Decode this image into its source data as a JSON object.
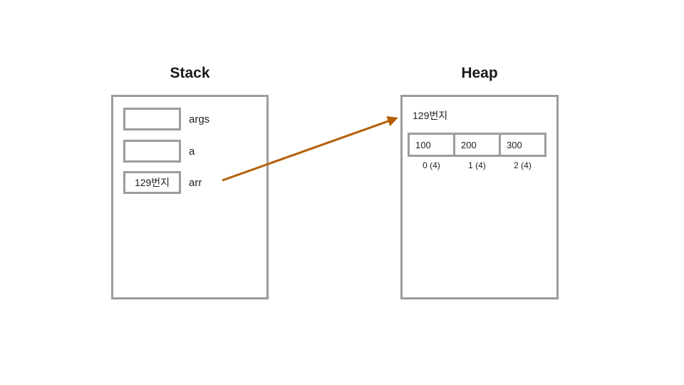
{
  "diagram": {
    "stack": {
      "title": "Stack",
      "slots": [
        {
          "label": "args",
          "value": ""
        },
        {
          "label": "a",
          "value": ""
        },
        {
          "label": "arr",
          "value": "129번지"
        }
      ]
    },
    "heap": {
      "title": "Heap",
      "address_label": "129번지",
      "array": {
        "cells": [
          {
            "value": "100",
            "index_label": "0 (4)"
          },
          {
            "value": "200",
            "index_label": "1 (4)"
          },
          {
            "value": "300",
            "index_label": "2 (4)"
          }
        ]
      }
    },
    "arrow": {
      "description": "pointer from stack variable arr to heap array address",
      "color": "#b45f06"
    },
    "colors": {
      "border_gray": "#9c9c9c",
      "text": "#212121",
      "background": "#ffffff"
    }
  }
}
